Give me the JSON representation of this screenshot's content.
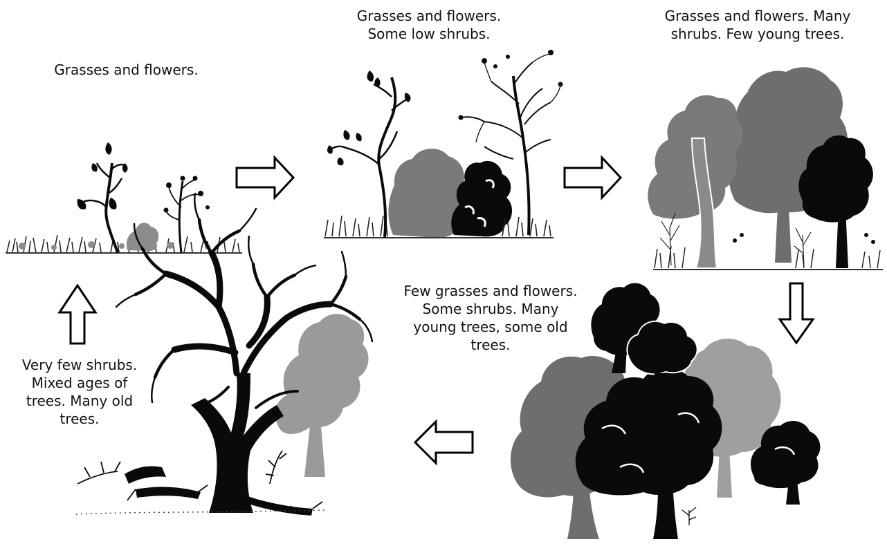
{
  "diagram": {
    "colors": {
      "dark": "#0a0a0a",
      "mid": "#6e6e6e",
      "light": "#9f9f9f",
      "arrow_fill": "#ffffff",
      "arrow_stroke": "#000000"
    },
    "stages": [
      {
        "id": "stage-1",
        "caption": "Grasses and flowers."
      },
      {
        "id": "stage-2",
        "caption": "Grasses and flowers.\nSome low shrubs."
      },
      {
        "id": "stage-3",
        "caption": "Grasses and flowers. Many\nshrubs. Few young trees."
      },
      {
        "id": "stage-4",
        "caption": "Few grasses and flowers.\nSome shrubs. Many\nyoung trees, some old\ntrees."
      },
      {
        "id": "stage-5",
        "caption": "Very few shrubs.\nMixed ages of\ntrees. Many old\ntrees."
      }
    ],
    "arrows": [
      {
        "from": "stage-1",
        "to": "stage-2",
        "direction": "right"
      },
      {
        "from": "stage-2",
        "to": "stage-3",
        "direction": "right"
      },
      {
        "from": "stage-3",
        "to": "stage-4",
        "direction": "down"
      },
      {
        "from": "stage-4",
        "to": "stage-5",
        "direction": "left"
      },
      {
        "from": "stage-5",
        "to": "stage-1",
        "direction": "up"
      }
    ]
  }
}
